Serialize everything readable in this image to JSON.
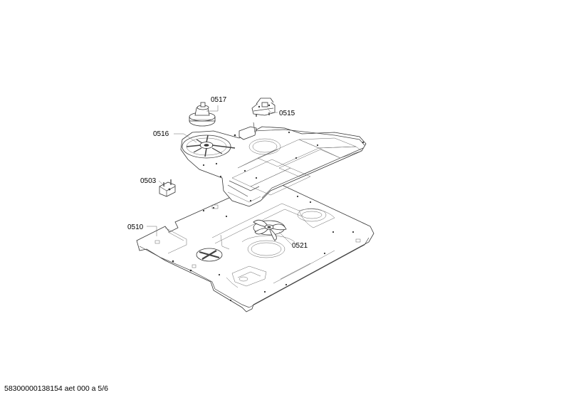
{
  "callouts": {
    "p0517": "0517",
    "p0515": "0515",
    "p0516": "0516",
    "p0503": "0503",
    "p0510": "0510",
    "p0521": "0521"
  },
  "footer": {
    "reference": "58300000138154 aet 000 a 5/6"
  }
}
